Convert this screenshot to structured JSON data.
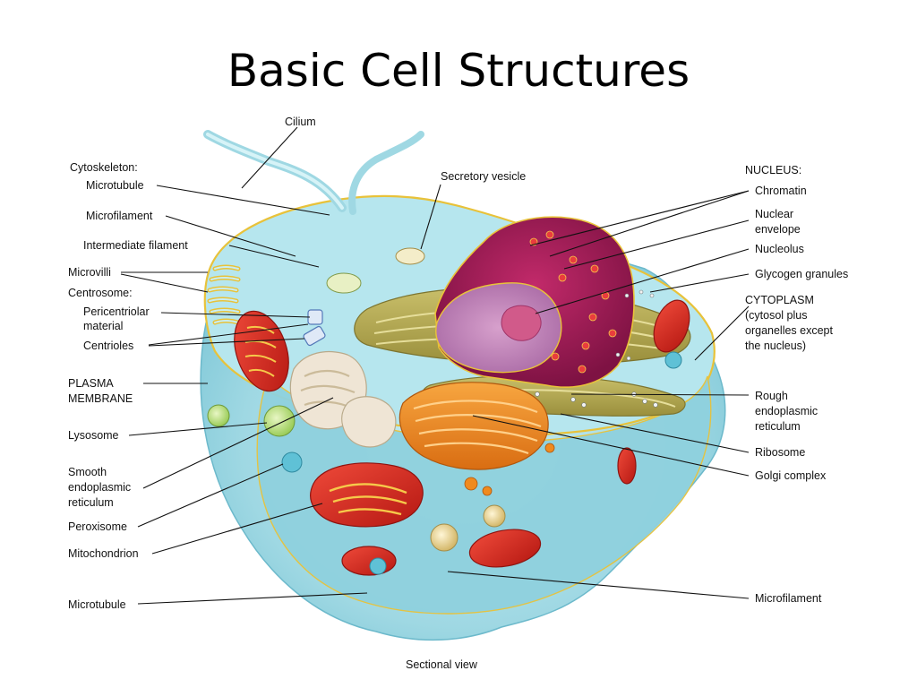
{
  "slide": {
    "title": "Basic Cell Structures"
  },
  "diagram": {
    "caption": "Sectional view",
    "left_labels": {
      "cilium": "Cilium",
      "cytoskeleton_heading": "Cytoskeleton:",
      "microtubule_top": "Microtubule",
      "microfilament_top": "Microfilament",
      "intermediate_filament": "Intermediate filament",
      "microvilli": "Microvilli",
      "centrosome_heading": "Centrosome:",
      "pericentriolar_line1": "Pericentriolar",
      "pericentriolar_line2": "material",
      "centrioles": "Centrioles",
      "plasma_line1": "PLASMA",
      "plasma_line2": "MEMBRANE",
      "lysosome": "Lysosome",
      "smooth_er_line1": "Smooth",
      "smooth_er_line2": "endoplasmic",
      "smooth_er_line3": "reticulum",
      "peroxisome": "Peroxisome",
      "mitochondrion": "Mitochondrion",
      "microtubule_bottom": "Microtubule"
    },
    "top_labels": {
      "secretory_vesicle": "Secretory vesicle"
    },
    "right_labels": {
      "nucleus_heading": "NUCLEUS:",
      "chromatin": "Chromatin",
      "nuclear_env_line1": "Nuclear",
      "nuclear_env_line2": "envelope",
      "nucleolus": "Nucleolus",
      "glycogen": "Glycogen granules",
      "cytoplasm_line1": "CYTOPLASM",
      "cytoplasm_line2": "(cytosol plus",
      "cytoplasm_line3": "organelles except",
      "cytoplasm_line4": "the nucleus)",
      "rough_er_line1": "Rough",
      "rough_er_line2": "endoplasmic",
      "rough_er_line3": "reticulum",
      "ribosome": "Ribosome",
      "golgi": "Golgi complex",
      "microfilament_bottom": "Microfilament"
    },
    "colors": {
      "cytosol": "#a8dde6",
      "membrane": "#e8c23a",
      "nucleus": "#a2205a",
      "nucleoplasm": "#b978b3",
      "nucleolus": "#d15a8a",
      "mitochondrion": "#d3261f",
      "golgi": "#f08a1e",
      "rough_er": "#b8ad52",
      "smooth_er": "#efe5d5",
      "lysosome": "#b9e07a",
      "peroxisome": "#5fc1d6"
    }
  }
}
